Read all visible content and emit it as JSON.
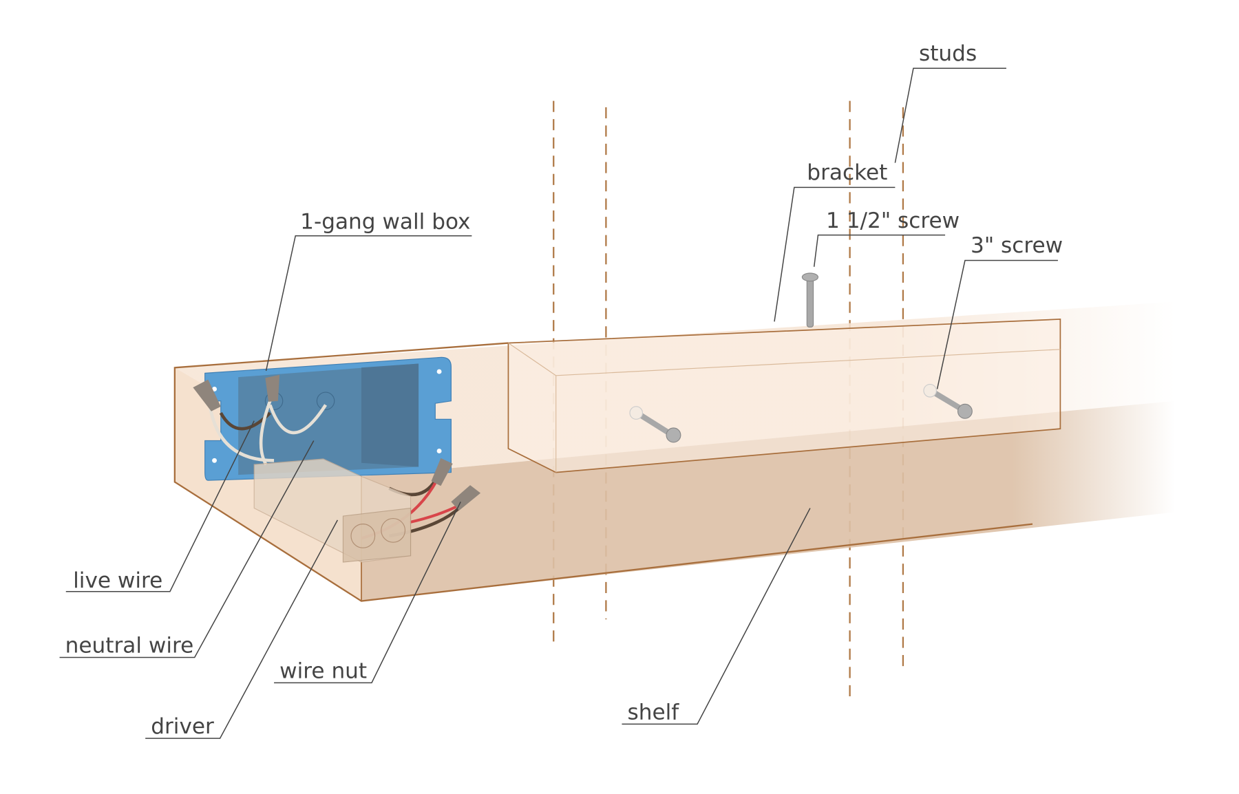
{
  "labels": {
    "studs": "studs",
    "bracket": "bracket",
    "screw_short": "1 1/2\" screw",
    "screw_long": "3\" screw",
    "wall_box": "1-gang wall box",
    "live_wire": "live wire",
    "neutral_wire": "neutral wire",
    "wire_nut": "wire nut",
    "driver": "driver",
    "shelf": "shelf"
  },
  "colors": {
    "shelf_top": "#f6e4d4",
    "shelf_front": "#dcc0a6",
    "shelf_edge": "#a86e3c",
    "wall_box": "#5a9fd4",
    "wall_box_inner": "#5686aa",
    "wire_live": "#5a4636",
    "wire_neutral": "#e6e0d6",
    "wire_red": "#d8454a",
    "wire_nut": "#8f857c",
    "text": "#444444"
  }
}
